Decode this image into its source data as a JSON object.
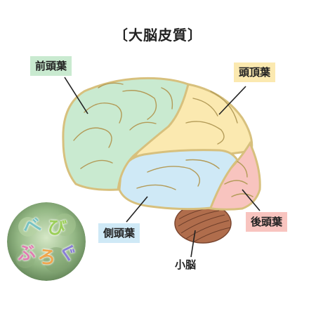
{
  "title": "〔大脳皮質〕",
  "labels": {
    "frontal": "前頭葉",
    "parietal": "頭頂葉",
    "temporal": "側頭葉",
    "occipital": "後頭葉",
    "cerebellum": "小脳"
  },
  "logo": {
    "glyphs": [
      "べ",
      "び",
      "ぶ",
      "ろ",
      "ぐ"
    ]
  },
  "colors": {
    "frontal": "#c9ead0",
    "parietal": "#fbe9b0",
    "temporal": "#cfe9f6",
    "occipital": "#f8c4bf",
    "cerebellum": "#b06d4c",
    "outline": "#d7c07d"
  }
}
